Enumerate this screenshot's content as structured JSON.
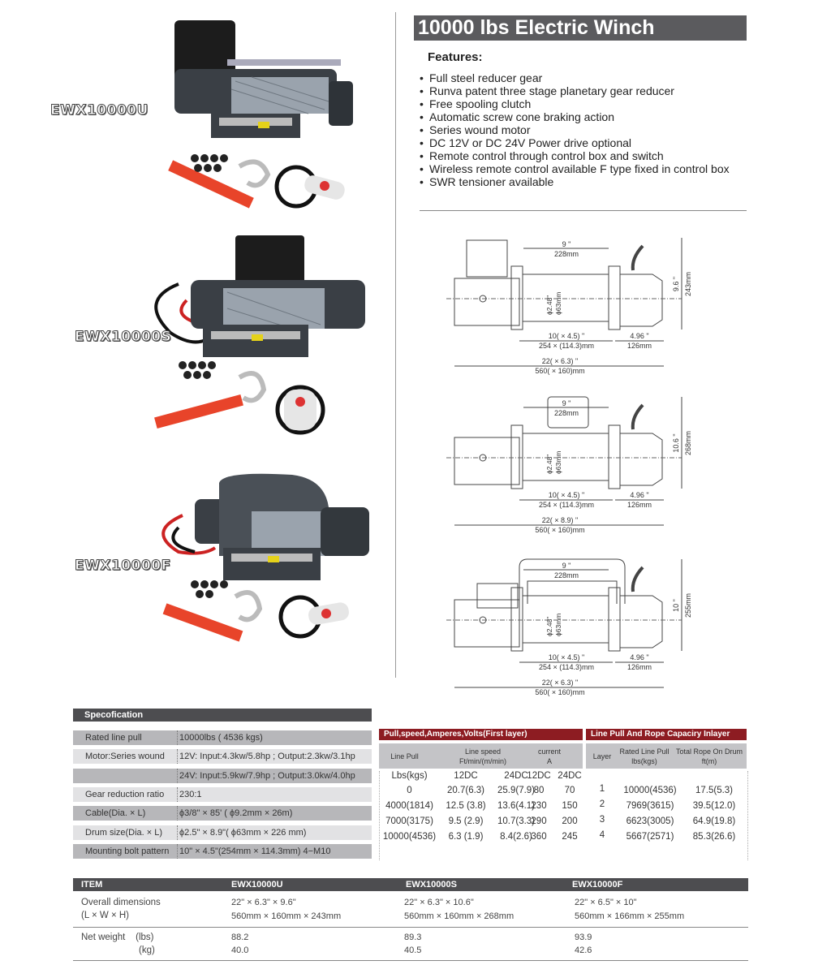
{
  "products": [
    {
      "model": "EWX10000U"
    },
    {
      "model": "EWX10000S"
    },
    {
      "model": "EWX10000F"
    }
  ],
  "header": {
    "title": "10000 lbs Electric Winch"
  },
  "features": {
    "heading": "Features:",
    "items": [
      "Full steel reducer gear",
      "Runva patent three stage planetary gear reducer",
      "Free spooling clutch",
      "Automatic screw cone braking action",
      "Series wound motor",
      "DC 12V or DC 24V Power drive optional",
      "Remote control through control box and switch",
      "Wireless remote control available F type fixed in control box",
      "SWR tensioner available"
    ]
  },
  "diagrams": [
    {
      "drum_len_in": "9 \"",
      "drum_len_mm": "228mm",
      "drum_dia_in": "ϕ2.48\"",
      "drum_dia_mm": "ϕ63mm",
      "bolt_in": "10( × 4.5) \"",
      "bolt_mm": "254 × (114.3)mm",
      "end_in": "4.96 \"",
      "end_mm": "126mm",
      "len_in": "22( × 6.3) \"",
      "len_mm": "560( × 160)mm",
      "h_in": "9.6 \"",
      "h_mm": "243mm"
    },
    {
      "drum_len_in": "9 \"",
      "drum_len_mm": "228mm",
      "drum_dia_in": "ϕ2.48\"",
      "drum_dia_mm": "ϕ63mm",
      "bolt_in": "10( × 4.5) \"",
      "bolt_mm": "254 × (114.3)mm",
      "end_in": "4.96 \"",
      "end_mm": "126mm",
      "len_in": "22( × 8.9) \"",
      "len_mm": "560( × 160)mm",
      "h_in": "10.6 \"",
      "h_mm": "268mm"
    },
    {
      "drum_len_in": "9 \"",
      "drum_len_mm": "228mm",
      "drum_dia_in": "ϕ2.48\"",
      "drum_dia_mm": "ϕ63mm",
      "bolt_in": "10( × 4.5) \"",
      "bolt_mm": "254 × (114.3)mm",
      "end_in": "4.96 \"",
      "end_mm": "126mm",
      "len_in": "22( × 6.3) \"",
      "len_mm": "560( × 160)mm",
      "h_in": "10 \"",
      "h_mm": "255mm"
    }
  ],
  "spec": {
    "title": "Specofication",
    "rows": [
      {
        "label": "Rated line pull",
        "value": "10000lbs ( 4536 kgs)"
      },
      {
        "label": "Motor:Series wound",
        "value": "12V: Input:4.3kw/5.8hp ; Output:2.3kw/3.1hp"
      },
      {
        "label": "",
        "value": "24V: Input:5.9kw/7.9hp ; Output:3.0kw/4.0hp"
      },
      {
        "label": "Gear reduction ratio",
        "value": "230:1"
      },
      {
        "label": "Cable(Dia. × L)",
        "value": "ϕ3/8\" × 85' ( ϕ9.2mm × 26m)"
      },
      {
        "label": "Drum size(Dia. × L)",
        "value": "ϕ2.5\" × 8.9\"( ϕ63mm × 226 mm)"
      },
      {
        "label": "Mounting bolt pattern",
        "value": "10\" × 4.5\"(254mm × 114.3mm)  4−M10"
      }
    ]
  },
  "pull_table": {
    "title": "Pull,speed,Amperes,Volts(First layer)",
    "headers": {
      "line_pull": "Line Pull",
      "line_speed": "Line speed",
      "speed_unit": "Ft/min/(m/min)",
      "current": "current",
      "current_unit": "A"
    },
    "units": [
      "Lbs(kgs)",
      "12DC",
      "24DC",
      "12DC",
      "24DC"
    ],
    "rows": [
      [
        "0",
        "20.7(6.3)",
        "25.9(7.9)",
        "80",
        "70"
      ],
      [
        "4000(1814)",
        "12.5 (3.8)",
        "13.6(4.1)",
        "230",
        "150"
      ],
      [
        "7000(3175)",
        "9.5 (2.9)",
        "10.7(3.3)",
        "290",
        "200"
      ],
      [
        "10000(4536)",
        "6.3 (1.9)",
        "8.4(2.6)",
        "360",
        "245"
      ]
    ]
  },
  "layer_table": {
    "title": "Line Pull And Rope Capaciry Inlayer",
    "headers": {
      "layer": "Layer",
      "rated": "Rated Line Pull",
      "rated_unit": "lbs(kgs)",
      "rope": "Total Rope On Drum",
      "rope_unit": "ft(m)"
    },
    "rows": [
      [
        "1",
        "10000(4536)",
        "17.5(5.3)"
      ],
      [
        "2",
        "7969(3615)",
        "39.5(12.0)"
      ],
      [
        "3",
        "6623(3005)",
        "64.9(19.8)"
      ],
      [
        "4",
        "5667(2571)",
        "85.3(26.6)"
      ]
    ]
  },
  "compare": {
    "headers": [
      "ITEM",
      "EWX10000U",
      "EWX10000S",
      "EWX10000F"
    ],
    "dims_label": [
      "Overall  dimensions",
      "(L × W × H)"
    ],
    "dims": [
      [
        "22\" × 6.3\" × 9.6\"",
        "560mm  × 160mm  × 243mm"
      ],
      [
        "22\" × 6.3\" × 10.6\"",
        "560mm  × 160mm  × 268mm"
      ],
      [
        "22\" × 6.5\" × 10\"",
        "560mm  × 166mm  × 255mm"
      ]
    ],
    "weight_label": [
      "Net weight    (lbs)",
      "(kg)"
    ],
    "weights": [
      [
        "88.2",
        "40.0"
      ],
      [
        "89.3",
        "40.5"
      ],
      [
        "93.9",
        "42.6"
      ]
    ]
  },
  "colors": {
    "title_bar": "#5b5b5e",
    "accent_red": "#8d1c22",
    "strap": "#e8442a"
  }
}
